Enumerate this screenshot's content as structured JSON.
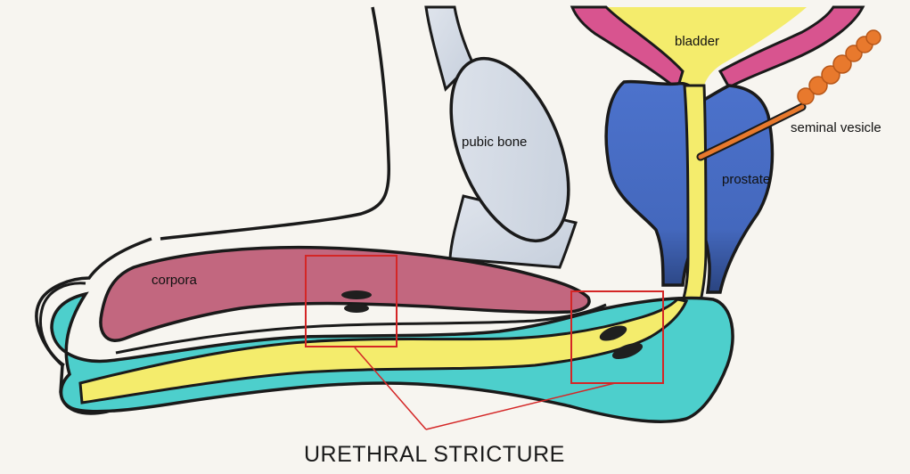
{
  "labels": {
    "bladder": "bladder",
    "pubic_bone": "pubic bone",
    "seminal_vesicle": "seminal vesicle",
    "prostate": "prostate",
    "corpora": "corpora",
    "stricture": "URETHRAL STRICTURE"
  },
  "colors": {
    "background": "#f7f5f0",
    "outline": "#1a1a1a",
    "bladder_wall": "#d8548f",
    "urine_urethra": "#f4ec6c",
    "prostate": "#4c72cc",
    "prostate_shadow": "#2a4480",
    "seminal_vesicle": "#e8792d",
    "pubic_bone": "#d4dbe6",
    "corpora": "#c2677f",
    "spongiosum": "#4dcfcc",
    "stricture_box": "#d42626",
    "narrowing": "#1f1f1f"
  }
}
